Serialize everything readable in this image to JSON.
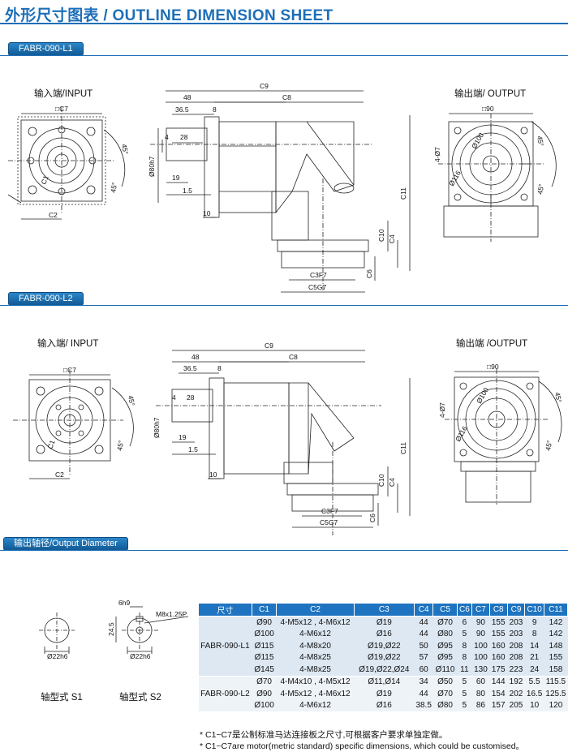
{
  "title": "外形尺寸图表 / OUTLINE DIMENSION SHEET",
  "models": [
    "FABR-090-L1",
    "FABR-090-L2"
  ],
  "output_section": "输出轴径/Output Diameter",
  "views": {
    "input_l1": "输入端/INPUT",
    "output_l1": "输出端/ OUTPUT",
    "input_l2": "输入端/ INPUT",
    "output_l2": "输出端 /OUTPUT"
  },
  "dims": {
    "c7": "□C7",
    "c9": "C9",
    "c8": "C8",
    "d48": "48",
    "d365": "36.5",
    "d8": "8",
    "d4": "4",
    "d28": "28",
    "d19": "19",
    "d15": "1.5",
    "d10": "10",
    "c11": "C11",
    "c10": "C10",
    "c4": "C4",
    "c6": "C6",
    "c3": "C3F7",
    "c5": "C5G7",
    "c1": "C1",
    "c2": "C2",
    "phi80": "Ø80h7",
    "sq90": "□90",
    "holes": "4-Ø7",
    "phi100": "Ø100",
    "phi116": "Ø116",
    "a45": "45°"
  },
  "shaft": {
    "s1_dia": "Ø22h6",
    "s2_dia": "Ø22h6",
    "s2_key": "6h9",
    "s2_depth": "24.5",
    "s2_thread": "M8x1.25P",
    "s1_label": "轴型式  S1",
    "s2_label": "轴型式  S2"
  },
  "table": {
    "headers": [
      "尺寸",
      "C1",
      "C2",
      "C3",
      "C4",
      "C5",
      "C6",
      "C7",
      "C8",
      "C9",
      "C10",
      "C11"
    ],
    "groups": [
      {
        "model": "FABR-090-L1",
        "rows": [
          [
            "Ø90",
            "4-M5x12 , 4-M6x12",
            "Ø19",
            "44",
            "Ø70",
            "6",
            "90",
            "155",
            "203",
            "9",
            "142"
          ],
          [
            "Ø100",
            "4-M6x12",
            "Ø16",
            "44",
            "Ø80",
            "5",
            "90",
            "155",
            "203",
            "8",
            "142"
          ],
          [
            "Ø115",
            "4-M8x20",
            "Ø19,Ø22",
            "50",
            "Ø95",
            "8",
            "100",
            "160",
            "208",
            "14",
            "148"
          ],
          [
            "Ø115",
            "4-M8x25",
            "Ø19,Ø22",
            "57",
            "Ø95",
            "8",
            "100",
            "160",
            "208",
            "21",
            "155"
          ],
          [
            "Ø145",
            "4-M8x25",
            "Ø19,Ø22,Ø24",
            "60",
            "Ø110",
            "11",
            "130",
            "175",
            "223",
            "24",
            "158"
          ]
        ]
      },
      {
        "model": "FABR-090-L2",
        "rows": [
          [
            "Ø70",
            "4-M4x10 , 4-M5x12",
            "Ø11,Ø14",
            "34",
            "Ø50",
            "5",
            "60",
            "144",
            "192",
            "5.5",
            "115.5"
          ],
          [
            "Ø90",
            "4-M5x12 , 4-M6x12",
            "Ø19",
            "44",
            "Ø70",
            "5",
            "80",
            "154",
            "202",
            "16.5",
            "125.5"
          ],
          [
            "Ø100",
            "4-M6x12",
            "Ø16",
            "38.5",
            "Ø80",
            "5",
            "86",
            "157",
            "205",
            "10",
            "120"
          ]
        ]
      }
    ]
  },
  "notes": [
    "* C1~C7是公制标准马达连接板之尺寸,可根据客户要求单独定做。",
    "* C1~C7are motor(metric standard)  specific dimensions, which could be customised。"
  ]
}
